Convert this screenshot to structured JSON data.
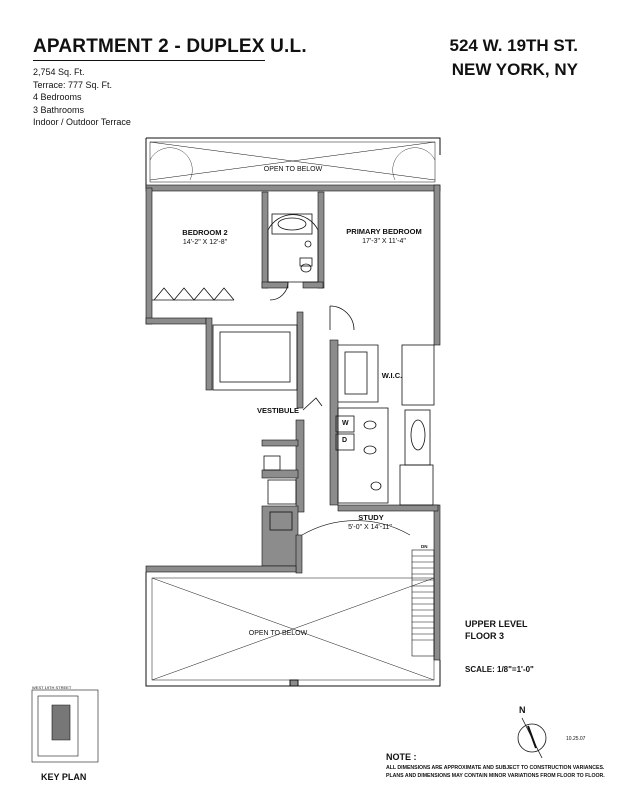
{
  "header": {
    "title": "APARTMENT 2 - DUPLEX U.L.",
    "address_line1": "524 W. 19TH ST.",
    "address_line2": "NEW YORK, NY"
  },
  "specs": [
    "2,754 Sq. Ft.",
    "Terrace: 777 Sq. Ft.",
    "4 Bedrooms",
    "3 Bathrooms",
    "Indoor / Outdoor Terrace"
  ],
  "rooms": {
    "open_below_top": "OPEN TO BELOW",
    "bedroom2_name": "BEDROOM 2",
    "bedroom2_size": "14'-2\" X 12'-8\"",
    "primary_name": "PRIMARY BEDROOM",
    "primary_size": "17'-3\" X 11'-4\"",
    "wic": "W.I.C.",
    "vestibule": "VESTIBULE",
    "washer": "W",
    "dryer": "D",
    "study_name": "STUDY",
    "study_size": "5'-0\" X 14'-11\"",
    "stair_dn": "DN",
    "open_below_bottom": "OPEN TO BELOW"
  },
  "level": {
    "line1": "UPPER LEVEL",
    "line2": "FLOOR 3"
  },
  "scale": "SCALE: 1/8\"=1'-0\"",
  "compass": {
    "label": "N"
  },
  "date": "10.25.07",
  "key_plan": {
    "street": "WEST 19TH STREET",
    "label": "KEY PLAN"
  },
  "note": {
    "heading": "NOTE :",
    "line1": "ALL DIMENSIONS ARE APPROXIMATE AND SUBJECT TO CONSTRUCTION VARIANCES.",
    "line2": "PLANS AND DIMENSIONS MAY CONTAIN MINOR VARIATIONS FROM FLOOR TO FLOOR."
  },
  "colors": {
    "wall": "#8c8c8c",
    "line": "#111111"
  }
}
